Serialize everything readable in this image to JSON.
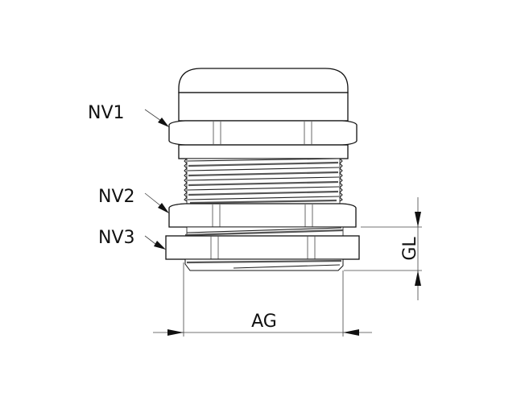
{
  "figure": {
    "subject": "cable gland side view with dimensions",
    "labels": {
      "nv1": "NV1",
      "nv2": "NV2",
      "nv3": "NV3"
    },
    "dimensions": {
      "thread_length": "GL",
      "thread_diameter": "AG"
    }
  }
}
